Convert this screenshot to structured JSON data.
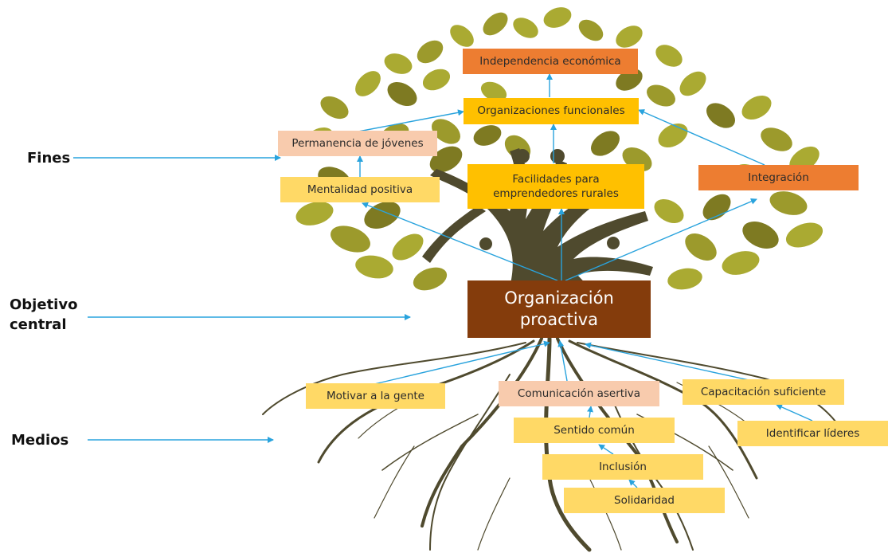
{
  "side_labels": {
    "fines": "Fines",
    "objetivo": "Objetivo\ncentral",
    "medios": "Medios"
  },
  "central_objective": "Organización\nproactiva",
  "fines": {
    "independencia": "Independencia económica",
    "organizaciones": "Organizaciones funcionales",
    "permanencia": "Permanencia de jóvenes",
    "mentalidad": "Mentalidad positiva",
    "facilidades": "Facilidades para\nemprendedores rurales",
    "integracion": "Integración"
  },
  "medios": {
    "motivar": "Motivar a la gente",
    "comunicacion": "Comunicación asertiva",
    "capacitacion": "Capacitación suficiente",
    "sentido": "Sentido común",
    "identificar": "Identificar líderes",
    "inclusion": "Inclusión",
    "solidaridad": "Solidaridad"
  },
  "colors": {
    "box_yellow_light": "#FFD966",
    "box_gold": "#FFC000",
    "box_peach": "#F8CBAD",
    "box_orange": "#ED7D31",
    "central_brown": "#843C0C",
    "arrow_blue": "#29A3DD",
    "trunk": "#4F4A2E",
    "leaf_olive": "#AAAA32",
    "leaf_dark": "#7E7A22"
  }
}
